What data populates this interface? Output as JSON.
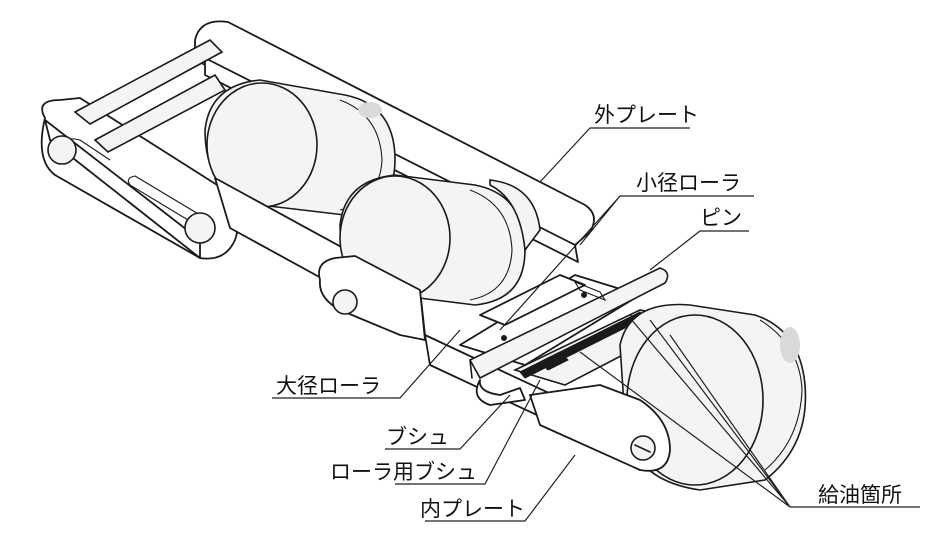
{
  "labels": {
    "outer_plate": "外プレート",
    "small_roller": "小径ローラ",
    "pin": "ピン",
    "large_roller": "大径ローラ",
    "bush": "ブシュ",
    "roller_bush": "ローラ用ブシュ",
    "inner_plate": "内プレート",
    "lubrication_points": "給油箇所"
  }
}
